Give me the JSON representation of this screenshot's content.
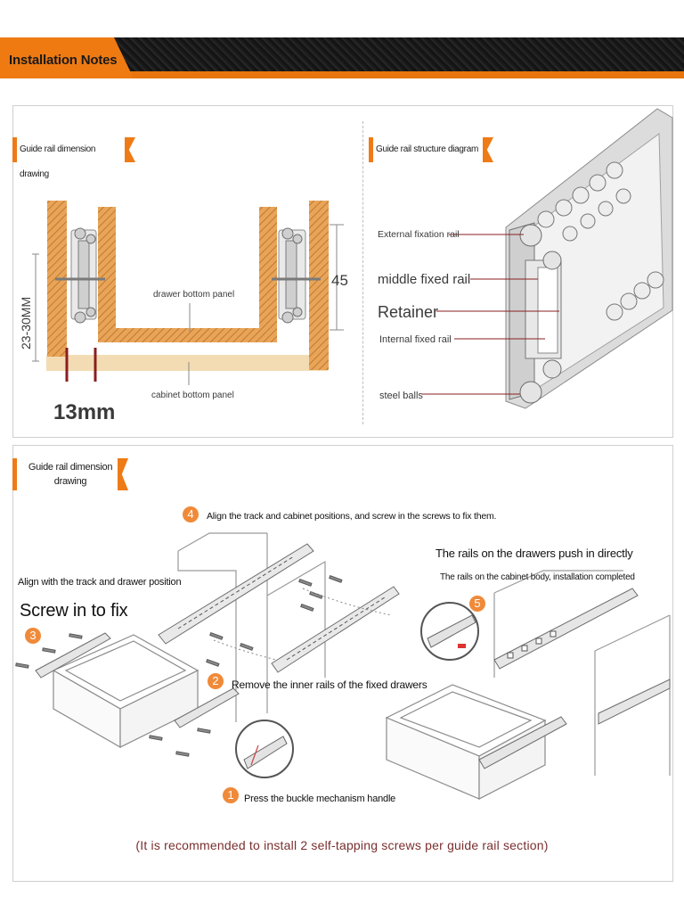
{
  "header": {
    "title": "Installation Notes",
    "accent_color": "#ef7a12",
    "bar_color": "#1b1b1b"
  },
  "dimension_drawing": {
    "tag": "Guide rail dimension drawing",
    "drawer_bottom_panel": "drawer bottom panel",
    "cabinet_bottom_panel": "cabinet bottom panel",
    "height_value": "45",
    "gap_label": "23-30MM",
    "width_value": "13mm"
  },
  "structure_diagram": {
    "tag": "Guide rail structure diagram",
    "labels": {
      "external": "External fixation rail",
      "middle": "middle fixed rail",
      "retainer": "Retainer",
      "internal": "Internal fixed rail",
      "balls": "steel balls"
    }
  },
  "installation": {
    "tag_line1": "Guide rail dimension",
    "tag_line2": "drawing",
    "step4_num": "4",
    "step4": "Align the track and cabinet positions, and screw in the screws to fix them.",
    "align_drawer": "Align with the track and drawer position",
    "screw_in": "Screw in to fix",
    "step3_num": "3",
    "step2_num": "2",
    "step2": "Remove the inner rails of the fixed drawers",
    "step1_num": "1",
    "step1": "Press the buckle mechanism handle",
    "push_in": "The rails on the drawers push in directly",
    "completed": "The rails on the cabinet body, installation completed",
    "step5_num": "5",
    "note": "(It is recommended to install 2 self-tapping screws per guide rail section)"
  }
}
